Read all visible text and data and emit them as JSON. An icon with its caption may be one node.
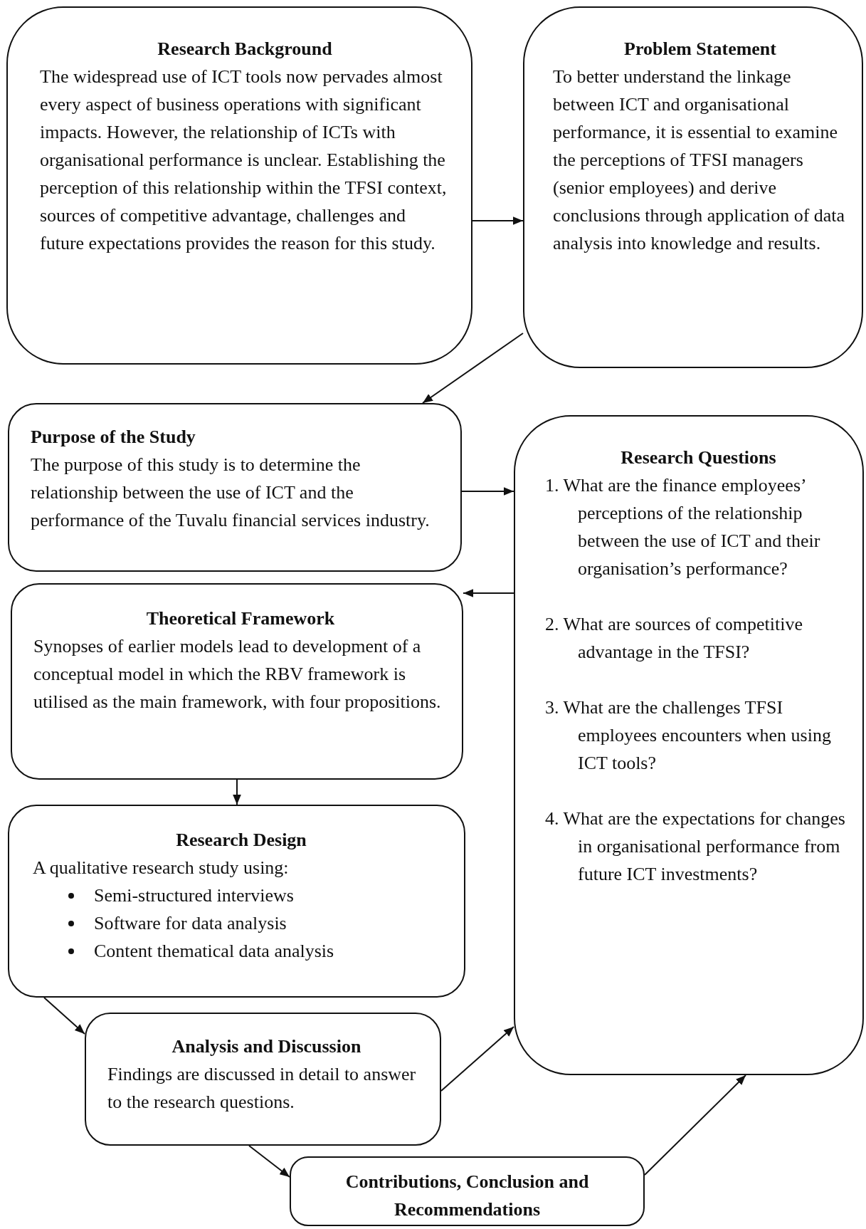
{
  "diagram": {
    "nodes": [
      {
        "text": [
          "Research Background",
          "The widespread use of ICT tools now pervades almost every aspect of business operations with significant impacts. However, the relationship of ICTs with organisational performance is unclear. Establishing the perception of this relationship within the TFSI context, sources of competitive advantage, challenges and future expectations provides the reason for this study."
        ]
      },
      {
        "text": [
          "Problem Statement",
          "To better understand the linkage between ICT and organisational performance, it is essential to examine the perceptions of TFSI managers (senior employees) and derive conclusions through application of data analysis into knowledge and results."
        ]
      },
      {
        "text": [
          "Purpose of the Study",
          "The purpose of this study is to determine the relationship between the use of ICT and the performance of the Tuvalu financial services industry."
        ]
      },
      {
        "text": [
          "Research Questions",
          "1. What are the finance employees’ perceptions of the relationship between the use of ICT and their organisation’s performance?",
          "2. What are sources of competitive advantage in the TFSI?",
          "3. What are the challenges TFSI employees encounters when using ICT tools?",
          "4. What are the expectations for changes in organisational performance from future ICT investments?"
        ]
      },
      {
        "text": [
          "Theoretical Framework",
          "Synopses of earlier models lead to development of a conceptual model in which the RBV framework is utilised as the main framework, with four propositions."
        ]
      },
      {
        "text": [
          "Research Design",
          "A qualitative research study using:",
          "Semi-structured interviews",
          "Software for data analysis",
          "Content thematical data analysis"
        ]
      },
      {
        "text": [
          "Analysis and Discussion",
          "Findings are discussed in detail to answer to the research questions."
        ]
      },
      {
        "text": [
          "Contributions, Conclusion and Recommendations"
        ]
      }
    ],
    "edges": [
      {
        "from": 0,
        "to": 1,
        "arrow": "to"
      },
      {
        "from": 1,
        "to": 2,
        "arrow": "to"
      },
      {
        "from": 2,
        "to": 3,
        "arrow": "to"
      },
      {
        "from": 3,
        "to": 4,
        "arrow": "to"
      },
      {
        "from": 4,
        "to": 5,
        "arrow": "to"
      },
      {
        "from": 5,
        "to": 6,
        "arrow": "to"
      },
      {
        "from": 6,
        "to": 3,
        "arrow": "to"
      },
      {
        "from": 6,
        "to": 7,
        "arrow": "to"
      },
      {
        "from": 7,
        "to": 3,
        "arrow": "to"
      }
    ]
  }
}
